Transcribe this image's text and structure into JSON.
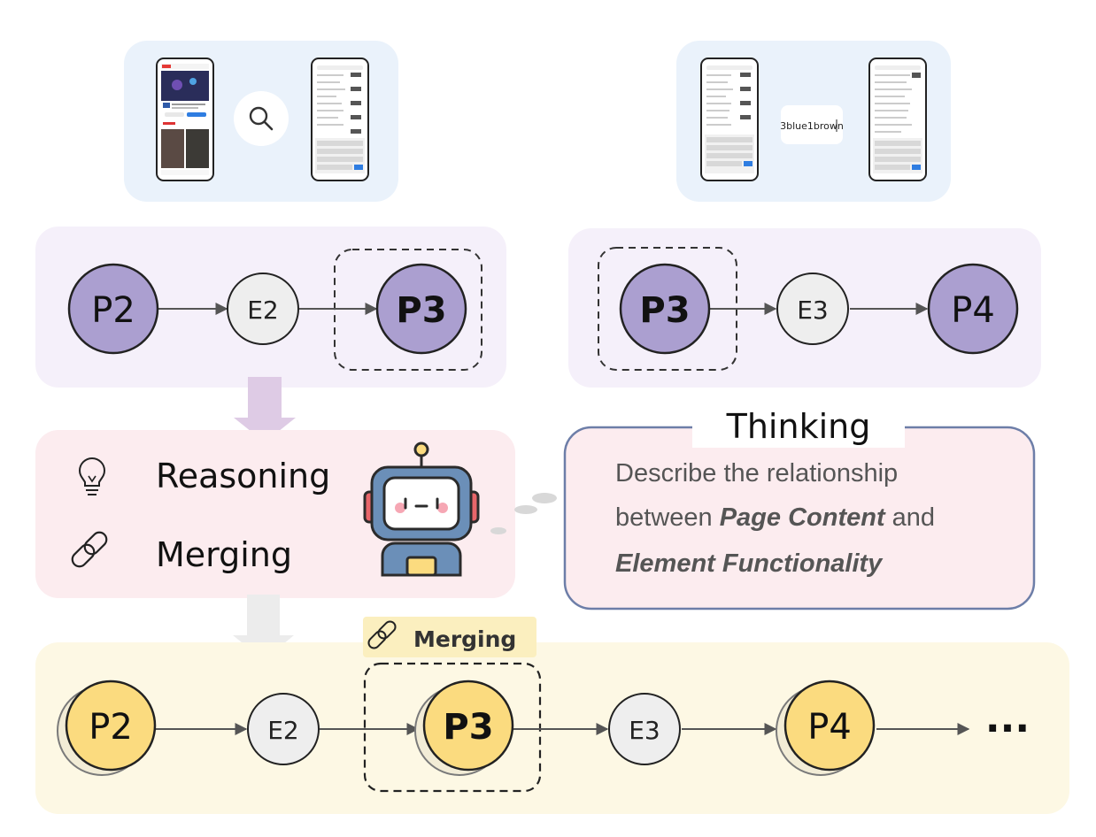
{
  "colors": {
    "page_node": "#ab9fd0",
    "merged_node": "#fbdb7f",
    "element_node": "#eeeeee",
    "panel_blue": "#eaf2fb",
    "panel_purple": "#f5f0fa",
    "panel_pink": "#fcecef",
    "panel_yellow": "#fdf8e4",
    "tag_yellow": "#fbefbf",
    "robot_blue": "#6b8fb8"
  },
  "top_left_screens": {
    "icon": "search-icon"
  },
  "top_right_screens": {
    "search_text": "3blue1brown"
  },
  "graph_left": {
    "nodes": [
      {
        "label": "P2",
        "kind": "page"
      },
      {
        "label": "E2",
        "kind": "element"
      },
      {
        "label": "P3",
        "kind": "page"
      }
    ]
  },
  "graph_right": {
    "nodes": [
      {
        "label": "P3",
        "kind": "page"
      },
      {
        "label": "E3",
        "kind": "element"
      },
      {
        "label": "P4",
        "kind": "page"
      }
    ]
  },
  "process": {
    "items": [
      {
        "label": "Reasoning",
        "icon": "lightbulb-icon"
      },
      {
        "label": "Merging",
        "icon": "link-icon"
      }
    ],
    "agent_icon": "robot-icon"
  },
  "thinking": {
    "title": "Thinking",
    "line1": "Describe the relationship",
    "line2_prefix": "between ",
    "line2_bold": "Page Content",
    "line2_suffix": " and",
    "line3_bold": "Element Functionality"
  },
  "merged_graph": {
    "tag_label": "Merging",
    "tag_icon": "link-icon",
    "nodes": [
      {
        "label": "P2",
        "kind": "merged"
      },
      {
        "label": "E2",
        "kind": "element"
      },
      {
        "label": "P3",
        "kind": "merged"
      },
      {
        "label": "E3",
        "kind": "element"
      },
      {
        "label": "P4",
        "kind": "merged"
      }
    ],
    "ellipsis": "···"
  }
}
